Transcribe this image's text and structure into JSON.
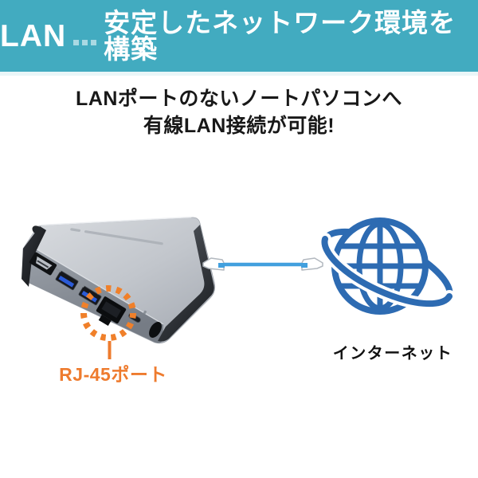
{
  "header": {
    "product_feature": "LAN",
    "title": "安定したネットワーク環境を構築",
    "bar_color": "#42abc0"
  },
  "tagline": {
    "line1": "LANポートのないノートパソコンへ",
    "line2": "有線LAN接続が可能!"
  },
  "diagram": {
    "device": {
      "type": "usb-c-dock",
      "port_icons": [
        "hdmi-port-icon",
        "usb-a-port-icon",
        "usb-a-port-icon",
        "rj45-port-icon",
        "usb-c-port-icon"
      ]
    },
    "callout": {
      "label": "RJ-45ポート",
      "color": "#ee7b2e"
    },
    "cable": {
      "color": "#42a0de",
      "icon": "ethernet-cable-icon"
    },
    "internet": {
      "label": "インターネット",
      "globe_color": "#2d6bb2"
    }
  }
}
